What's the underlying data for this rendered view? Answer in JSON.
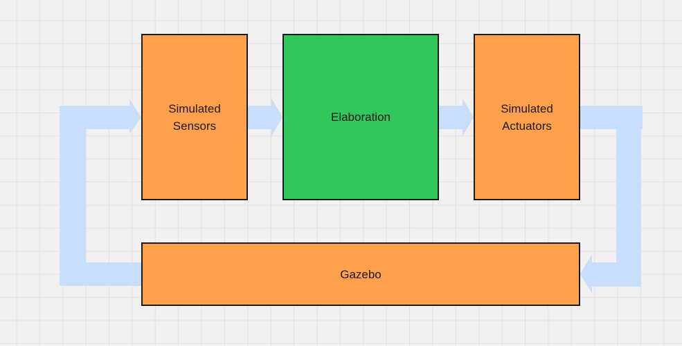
{
  "diagram": {
    "arrow_color": "#c9ddfc",
    "nodes": {
      "sensors": {
        "label": "Simulated\nSensors",
        "color": "#ffa04d"
      },
      "elaboration": {
        "label": "Elaboration",
        "color": "#31c75d"
      },
      "actuators": {
        "label": "Simulated\nActuators",
        "color": "#ffa04d"
      },
      "gazebo": {
        "label": "Gazebo",
        "color": "#ffa04d"
      }
    },
    "edges": [
      {
        "from": "sensors",
        "to": "elaboration"
      },
      {
        "from": "elaboration",
        "to": "actuators"
      },
      {
        "from": "actuators",
        "to": "gazebo"
      },
      {
        "from": "gazebo",
        "to": "sensors"
      }
    ]
  }
}
